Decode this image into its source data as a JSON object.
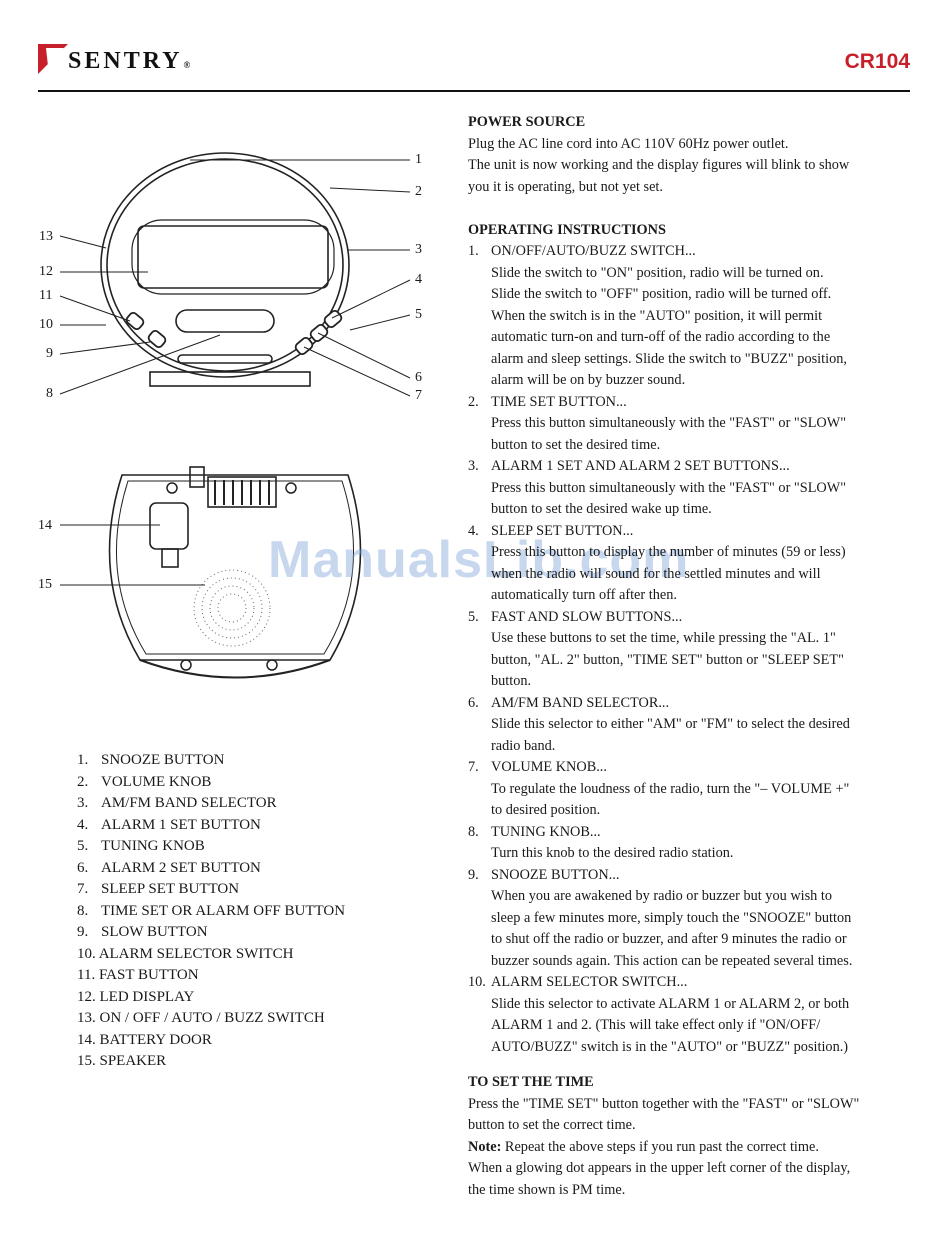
{
  "header": {
    "brand": "SENTRY",
    "brand_reg": "®",
    "model": "CR104",
    "accent_color": "#c8202a"
  },
  "diagram_front": {
    "callouts": [
      "1",
      "2",
      "3",
      "4",
      "5",
      "6",
      "7",
      "8",
      "9",
      "10",
      "11",
      "12",
      "13"
    ]
  },
  "diagram_back": {
    "callouts": [
      "14",
      "15"
    ]
  },
  "parts": [
    {
      "num": "1.",
      "label": "SNOOZE BUTTON"
    },
    {
      "num": "2.",
      "label": "VOLUME KNOB"
    },
    {
      "num": "3.",
      "label": "AM/FM BAND SELECTOR"
    },
    {
      "num": "4.",
      "label": "ALARM 1 SET BUTTON"
    },
    {
      "num": "5.",
      "label": "TUNING KNOB"
    },
    {
      "num": "6.",
      "label": "ALARM 2 SET BUTTON"
    },
    {
      "num": "7.",
      "label": "SLEEP SET BUTTON"
    },
    {
      "num": "8.",
      "label": "TIME SET OR ALARM OFF BUTTON"
    },
    {
      "num": "9.",
      "label": "SLOW BUTTON"
    },
    {
      "num": "10.",
      "label": "ALARM SELECTOR SWITCH"
    },
    {
      "num": "11.",
      "label": "FAST BUTTON"
    },
    {
      "num": "12.",
      "label": "LED DISPLAY"
    },
    {
      "num": "13.",
      "label": "ON / OFF / AUTO / BUZZ SWITCH"
    },
    {
      "num": "14.",
      "label": "BATTERY DOOR"
    },
    {
      "num": "15.",
      "label": "SPEAKER"
    }
  ],
  "power": {
    "title": "POWER SOURCE",
    "text": [
      "Plug the AC line cord into AC 110V 60Hz power outlet.",
      "The unit is now working and the display figures will blink to show",
      "you it is operating, but not yet set."
    ]
  },
  "operating": {
    "title": "OPERATING INSTRUCTIONS",
    "items": [
      {
        "num": "1.",
        "head": "ON/OFF/AUTO/BUZZ SWITCH...",
        "lines": [
          "Slide the switch to \"ON\" position, radio will be turned on.",
          "Slide the switch to \"OFF\" position, radio will be turned off.",
          "When the switch is in the \"AUTO\" position, it will permit",
          "automatic turn-on and turn-off of the radio according to the",
          "alarm and sleep settings. Slide the switch to \"BUZZ\" position,",
          "alarm will be on by buzzer sound."
        ]
      },
      {
        "num": "2.",
        "head": "TIME SET BUTTON...",
        "lines": [
          "Press this button simultaneously with the \"FAST\" or \"SLOW\"",
          "button to set the desired time."
        ]
      },
      {
        "num": "3.",
        "head": "ALARM 1 SET AND ALARM 2 SET BUTTONS...",
        "lines": [
          "Press this button simultaneously with the \"FAST\" or \"SLOW\"",
          "button to set the desired wake up time."
        ]
      },
      {
        "num": "4.",
        "head": "SLEEP SET BUTTON...",
        "lines": [
          "Press this button to display the number of minutes (59 or less)",
          "when the radio will sound for the settled minutes and will",
          "automatically turn off after then."
        ]
      },
      {
        "num": "5.",
        "head": "FAST AND SLOW BUTTONS...",
        "lines": [
          "Use these buttons to set the time, while pressing the \"AL. 1\"",
          "button, \"AL. 2\" button, \"TIME SET\" button or \"SLEEP SET\"",
          "button."
        ]
      },
      {
        "num": "6.",
        "head": "AM/FM BAND SELECTOR...",
        "lines": [
          "Slide this selector to either \"AM\" or \"FM\" to select the desired",
          "radio band."
        ]
      },
      {
        "num": "7.",
        "head": "VOLUME KNOB...",
        "lines": [
          "To regulate the loudness of the radio, turn the \"– VOLUME +\"",
          "to desired position."
        ]
      },
      {
        "num": "8.",
        "head": "TUNING KNOB...",
        "lines": [
          "Turn this knob to the desired radio station."
        ]
      },
      {
        "num": "9.",
        "head": "SNOOZE BUTTON...",
        "lines": [
          "When you are awakened by radio or buzzer but you wish to",
          "sleep a few minutes more, simply touch the \"SNOOZE\" button",
          "to shut off the radio or buzzer, and after 9 minutes the radio or",
          "buzzer sounds again. This action can be repeated several times."
        ]
      },
      {
        "num": "10.",
        "head": "ALARM SELECTOR SWITCH...",
        "lines": [
          "Slide this selector to activate ALARM 1 or ALARM 2, or both",
          "ALARM 1 and 2. (This will take effect only if \"ON/OFF/",
          "AUTO/BUZZ\" switch is in the \"AUTO\" or \"BUZZ\" position.)"
        ]
      }
    ]
  },
  "set_time": {
    "title": "TO SET THE TIME",
    "text": [
      "Press the \"TIME SET\" button together with the \"FAST\" or \"SLOW\"",
      "button to set the correct time."
    ],
    "note_label": "Note:",
    "note_text": " Repeat the above steps if you run past the correct time.",
    "extra": [
      "When a glowing dot appears in the upper left corner of the display,",
      "the time shown is PM time."
    ]
  },
  "watermark": "ManualsLib.com"
}
